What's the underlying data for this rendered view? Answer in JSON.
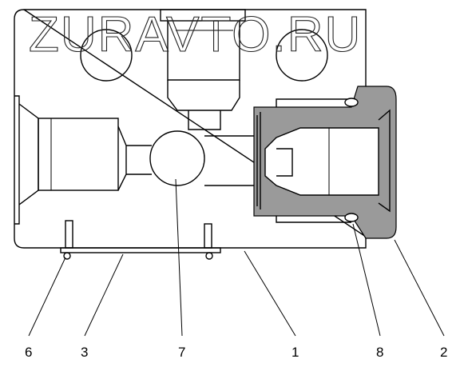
{
  "watermark": "ZURAVTO.RU",
  "callouts": [
    {
      "id": "6",
      "text": "6"
    },
    {
      "id": "3",
      "text": "3"
    },
    {
      "id": "7",
      "text": "7"
    },
    {
      "id": "1",
      "text": "1"
    },
    {
      "id": "8",
      "text": "8"
    },
    {
      "id": "2",
      "text": "2"
    }
  ]
}
